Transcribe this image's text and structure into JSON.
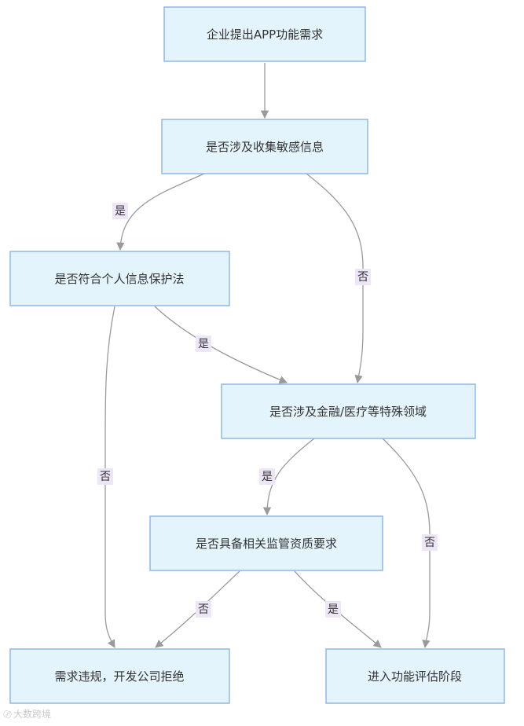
{
  "nodes": {
    "start": "企业提出APP功能需求",
    "collect_info": "是否涉及收集敏感信息",
    "privacy_law": "是否符合个人信息保护法",
    "special_field": "是否涉及金融/医疗等特殊领域",
    "qualification": "是否具备相关监管资质要求",
    "reject": "需求违规，开发公司拒绝",
    "evaluate": "进入功能评估阶段"
  },
  "edge_labels": {
    "collect_yes": "是",
    "collect_no": "否",
    "privacy_yes": "是",
    "privacy_no": "否",
    "special_yes": "是",
    "special_no": "否",
    "qual_no": "否",
    "qual_yes": "是"
  },
  "watermark": {
    "text": "大数跨境",
    "icon": "logo-icon"
  },
  "colors": {
    "node_fill": "#e3f4fc",
    "node_border": "#92b8e4",
    "edge": "#9a9a9a",
    "label_bg": "#ece6f7"
  }
}
